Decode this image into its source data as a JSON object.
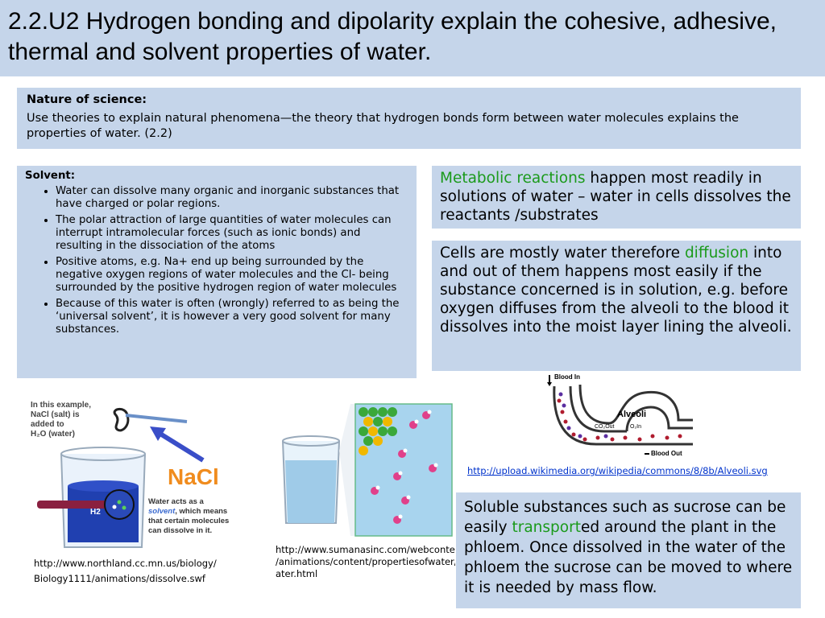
{
  "title": "2.2.U2 Hydrogen bonding and dipolarity explain the cohesive, adhesive, thermal and solvent properties of water.",
  "nature_of_science": {
    "heading": "Nature of science:",
    "body": "Use theories to explain natural phenomena—the theory that hydrogen bonds form between water molecules explains the properties of water. (2.2)"
  },
  "solvent": {
    "heading": "Solvent:",
    "bullets": [
      "Water can dissolve many organic and inorganic substances that have charged or polar regions.",
      "The polar attraction of large quantities of water molecules can interrupt intramolecular forces (such as ionic bonds) and resulting in the dissociation of the atoms",
      "Positive atoms, e.g. Na+ end up being surrounded by the negative oxygen regions of water molecules and the Cl- being surrounded by the positive hydrogen region of water molecules",
      "Because of this water is often (wrongly) referred to as being the ‘universal solvent’, it is however a very good solvent for many substances."
    ]
  },
  "metabolic": {
    "highlight": "Metabolic reactions",
    "rest": " happen most readily in solutions of water – water in cells dissolves the reactants /substrates"
  },
  "diffusion": {
    "before": "Cells are mostly water therefore ",
    "highlight": "diffusion",
    "after": " into and out of them happens most easily if the substance concerned is in solution, e.g. before oxygen diffuses from the alveoli to the blood it  dissolves into the moist layer lining the alveoli."
  },
  "transport": {
    "before": "Soluble substances such as sucrose can be easily ",
    "highlight": "transport",
    "after": "ed around the plant in the phloem. Once dissolved in the water of the phloem the sucrose can be moved to where it is needed by mass flow."
  },
  "urls": {
    "alveoli": "http://upload.wikimedia.org/wikipedia/commons/8/8b/Alveoli.svg",
    "northland_1": "http://www.northland.cc.mn.us/biology/",
    "northland_2": "Biology1111/animations/dissolve.swf",
    "sumanas_1": "http://www.sumanasinc.com/webcontent",
    "sumanas_2": "/animations/content/propertiesofwater/w",
    "sumanas_3": "ater.html"
  },
  "nacl_image": {
    "caption_lines": [
      "In this example,",
      "NaCl (salt) is",
      "added to",
      "H₂O (water)"
    ],
    "label": "NaCl",
    "h2o": "H2",
    "note_line1": "Water acts as a",
    "note_em": "solvent",
    "note_line2b": ", which means",
    "note_line3": "that certain molecules",
    "note_line4": "can dissolve in it."
  },
  "alveoli_image": {
    "blood_in": "Blood In",
    "alveoli": "Alveoli",
    "co2": "CO₂Out",
    "o2": "O₂In",
    "blood_out": "Blood Out"
  },
  "colors": {
    "panel": "#c5d5ea",
    "green": "#1b9a1b",
    "link": "#0033cc",
    "nacl_orange": "#f08c1e"
  }
}
